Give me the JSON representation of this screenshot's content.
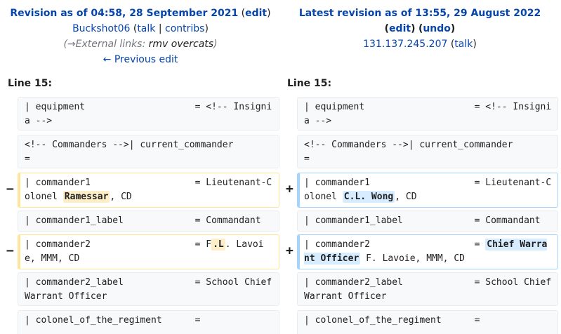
{
  "left": {
    "revision_title": "Revision as of 04:58, 28 September 2021",
    "edit_link": "edit",
    "user": "Buckshot06",
    "talk": "talk",
    "contribs": "contribs",
    "comment_section": "→External links:",
    "comment_summary": "rmv overcats",
    "previous_edit": "← Previous edit",
    "line_label": "Line 15:"
  },
  "right": {
    "revision_title": "Latest revision as of 13:55, 29 August 2022",
    "edit_link": "edit",
    "undo_link": "undo",
    "user": "131.137.245.207",
    "talk": "talk",
    "line_label": "Line 15:"
  },
  "diff": {
    "minus": "−",
    "plus": "+",
    "rows": {
      "equipment": "| equipment                    = <!-- Insignia -->",
      "commanders": "<!-- Commanders -->| current_commander       =",
      "c1_left_pre": "| commander1                   = Lieutenant-Colonel ",
      "c1_left_mark": "Ramessar",
      "c1_right_mark": "C.L. Wong",
      "c1_post": ", CD",
      "c1_label": "| commander1_label             = Commandant",
      "c2_pre": "| commander2                   = ",
      "c2_left_mid": "F",
      "c2_left_mark": ".L",
      "c2_left_post": ". Lavoie, MMM, CD",
      "c2_right_mark": "Chief Warrant Officer",
      "c2_right_post": " F. Lavoie, MMM, CD",
      "c2_label": "| commander2_label             = School Chief Warrant Officer",
      "colonel": "| colonel_of_the_regiment      ="
    }
  }
}
